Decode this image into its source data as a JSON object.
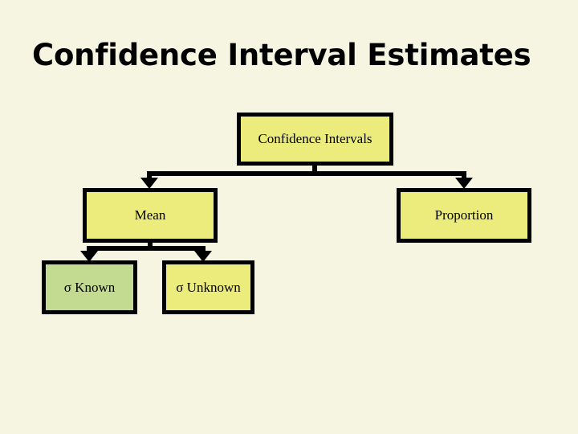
{
  "slide": {
    "title": "Confidence Interval Estimates",
    "background_color": "#f6f5e2"
  },
  "colors": {
    "box_yellow": "#ecec7d",
    "box_green": "#c3da91",
    "border": "#000000",
    "text": "#000000",
    "background": "#f6f5e2"
  },
  "diagram": {
    "type": "tree",
    "nodes": [
      {
        "id": "confidence-intervals",
        "label": "Confidence Intervals",
        "line1": "Confidence",
        "line2": "Intervals",
        "fill": "#ecec7d",
        "level": 0
      },
      {
        "id": "mean",
        "label": "Mean",
        "fill": "#ecec7d",
        "level": 1
      },
      {
        "id": "proportion",
        "label": "Proportion",
        "fill": "#ecec7d",
        "level": 1
      },
      {
        "id": "sigma-known",
        "label": "σ Known",
        "fill": "#c3da91",
        "level": 2
      },
      {
        "id": "sigma-unknown",
        "label": "σ Unknown",
        "line1": "σ",
        "line2": "Unknown",
        "fill": "#ecec7d",
        "level": 2
      }
    ],
    "edges": [
      {
        "from": "confidence-intervals",
        "to": "mean"
      },
      {
        "from": "confidence-intervals",
        "to": "proportion"
      },
      {
        "from": "mean",
        "to": "sigma-known"
      },
      {
        "from": "mean",
        "to": "sigma-unknown"
      }
    ]
  }
}
